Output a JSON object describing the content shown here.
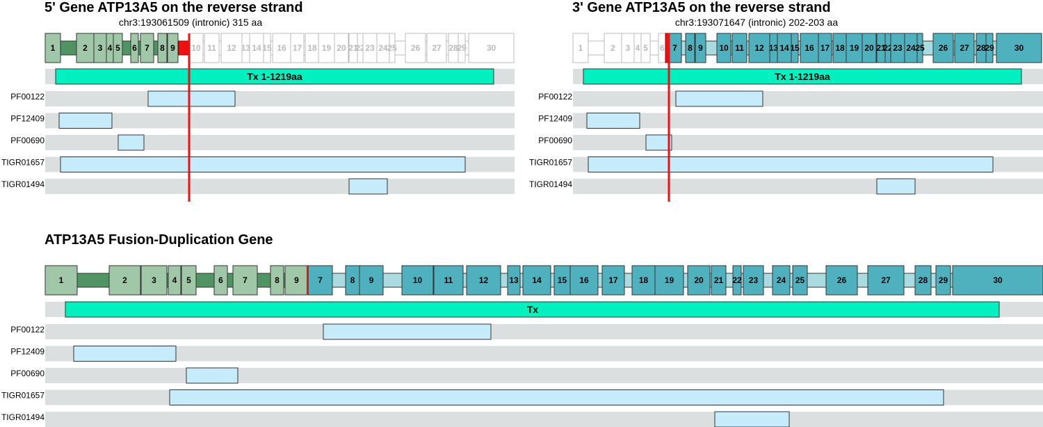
{
  "colors": {
    "exon5": "#9fc7a8",
    "intron5": "#4f9462",
    "exon3": "#4fb0be",
    "intron3": "#a9dbe1",
    "breakExon": "#ee1111",
    "breakLine": "#ee1111",
    "tx": "#00f0c0",
    "domain": "#c6ecfb",
    "track": "#dcdfdf",
    "greyLabel": "#bbbbbb"
  },
  "gene5": {
    "title": "5' Gene ATP13A5 on the reverse strand",
    "subtitle": "chr3:193061509 (intronic) 315 aa",
    "tx_label": "Tx 1-1219aa"
  },
  "gene3": {
    "title": "3' Gene ATP13A5 on the reverse strand",
    "subtitle": "chr3:193071647 (intronic) 202-203 aa",
    "tx_label": "Tx 1-1219aa"
  },
  "fusion": {
    "title": "ATP13A5 Fusion-Duplication Gene",
    "tx_label": "Tx"
  },
  "domains": [
    "PF00122",
    "PF12409",
    "PF00690",
    "TIGR01657",
    "TIGR01494"
  ],
  "exon_labels": [
    "1",
    "2",
    "3",
    "4",
    "5",
    "6",
    "7",
    "8",
    "9",
    "10",
    "11",
    "12",
    "13",
    "14",
    "15",
    "16",
    "17",
    "18",
    "19",
    "20",
    "21",
    "22",
    "23",
    "24",
    "25",
    "26",
    "27",
    "28",
    "29",
    "30"
  ]
}
